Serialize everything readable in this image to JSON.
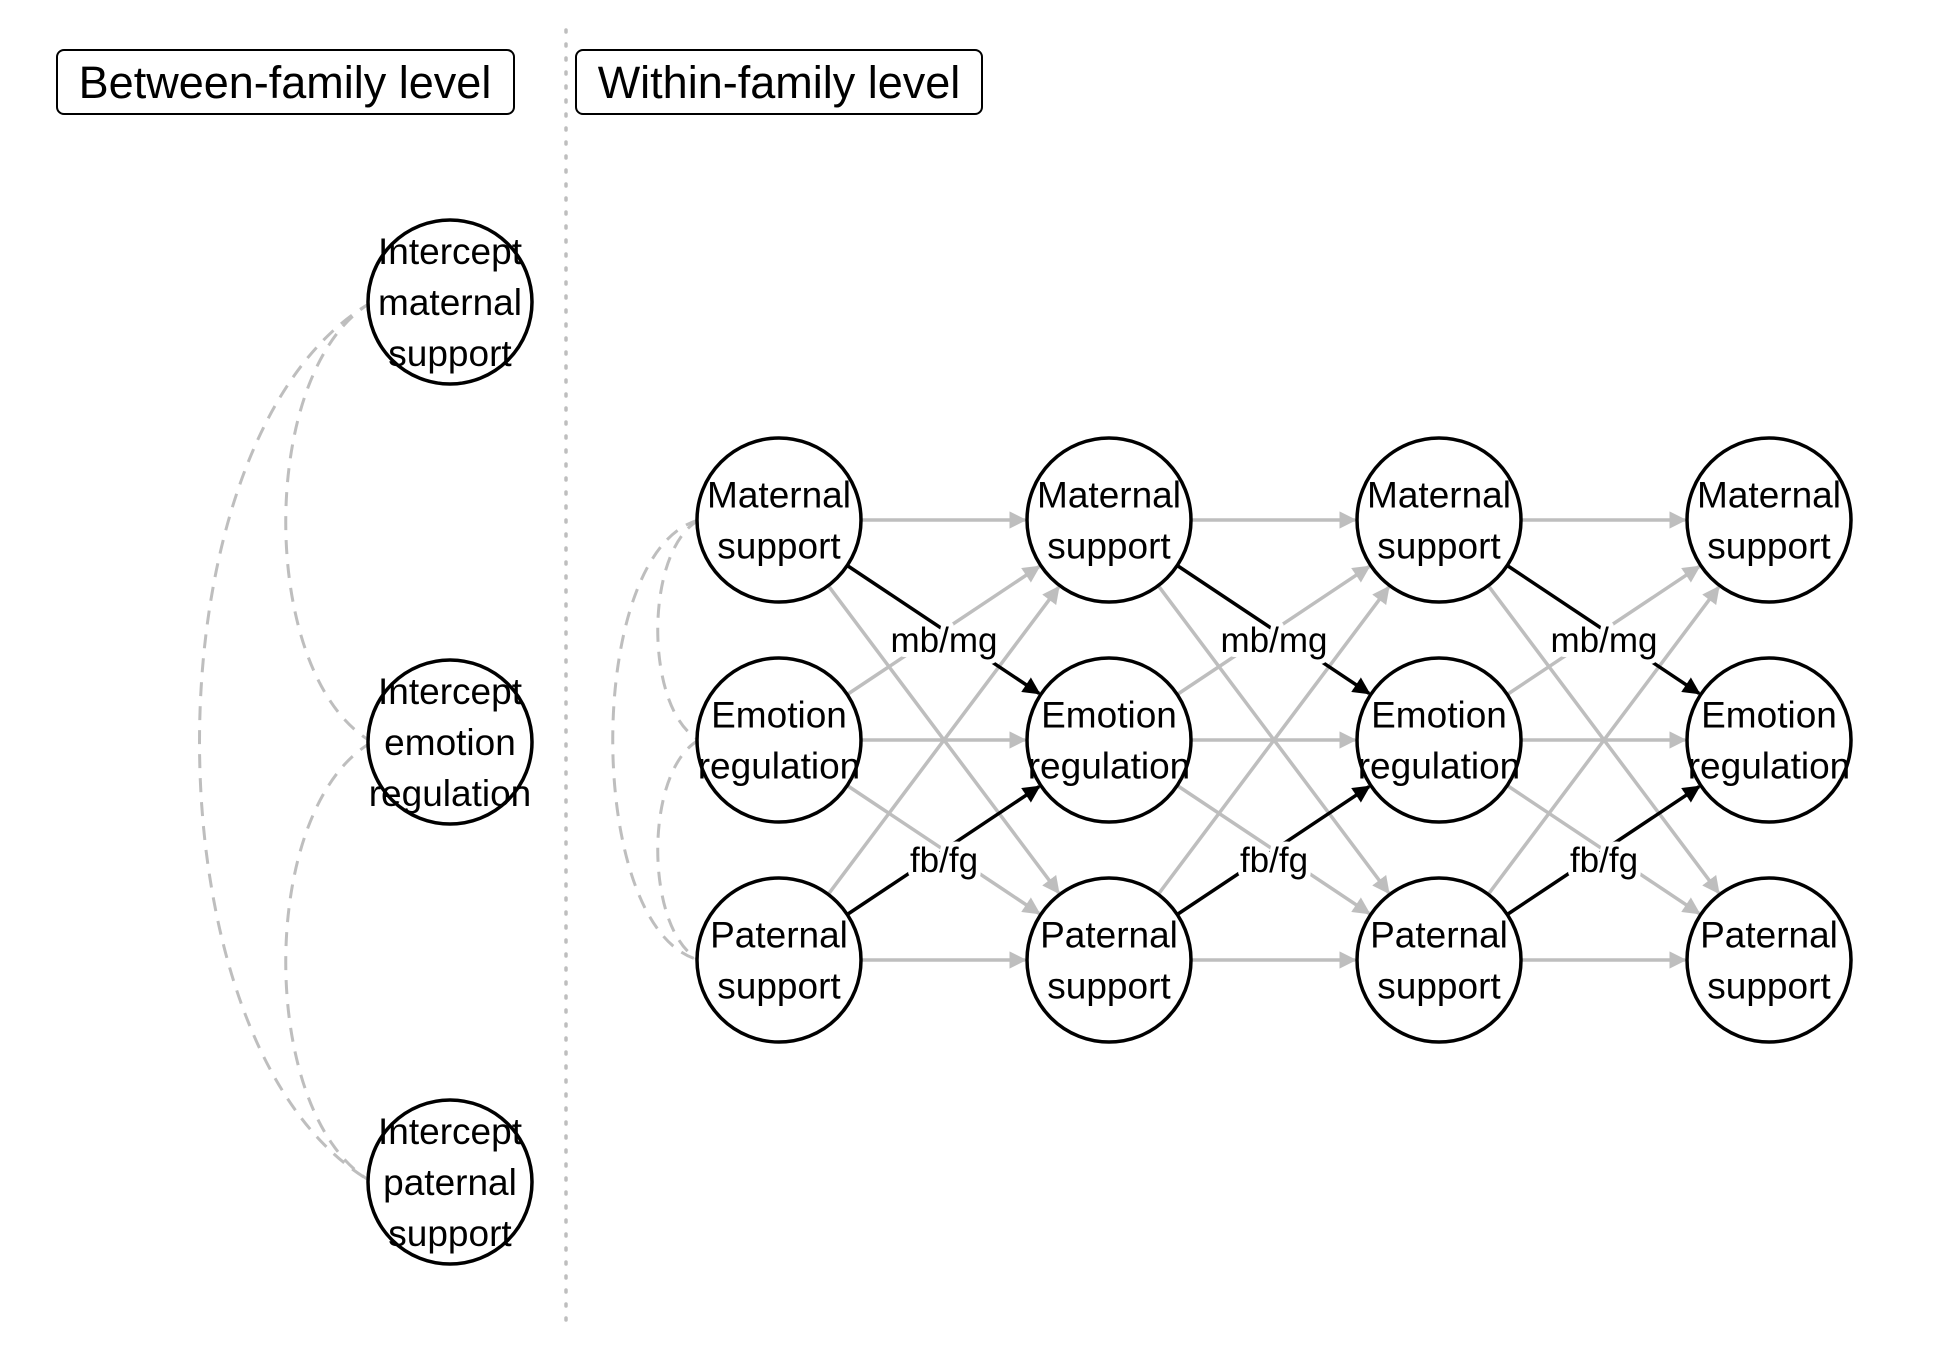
{
  "panels": {
    "between": "Between-family level",
    "within": "Within-family level"
  },
  "between_nodes": [
    {
      "id": "int_ms",
      "lines": [
        "Intercept",
        "maternal",
        "support"
      ]
    },
    {
      "id": "int_er",
      "lines": [
        "Intercept",
        "emotion",
        "regulation"
      ]
    },
    {
      "id": "int_ps",
      "lines": [
        "Intercept",
        "paternal",
        "support"
      ]
    }
  ],
  "within_rows": [
    {
      "id": "ms",
      "lines": [
        "Maternal",
        "support"
      ]
    },
    {
      "id": "er",
      "lines": [
        "Emotion",
        "regulation"
      ]
    },
    {
      "id": "ps",
      "lines": [
        "Paternal",
        "support"
      ]
    }
  ],
  "waves": 4,
  "path_labels": {
    "maternal": "mb/mg",
    "paternal": "fb/fg"
  },
  "colors": {
    "highlight_path": "#000000",
    "other_path": "#bebebe",
    "covariance": "#bebebe",
    "divider": "#bebebe",
    "node_stroke": "#000000"
  }
}
